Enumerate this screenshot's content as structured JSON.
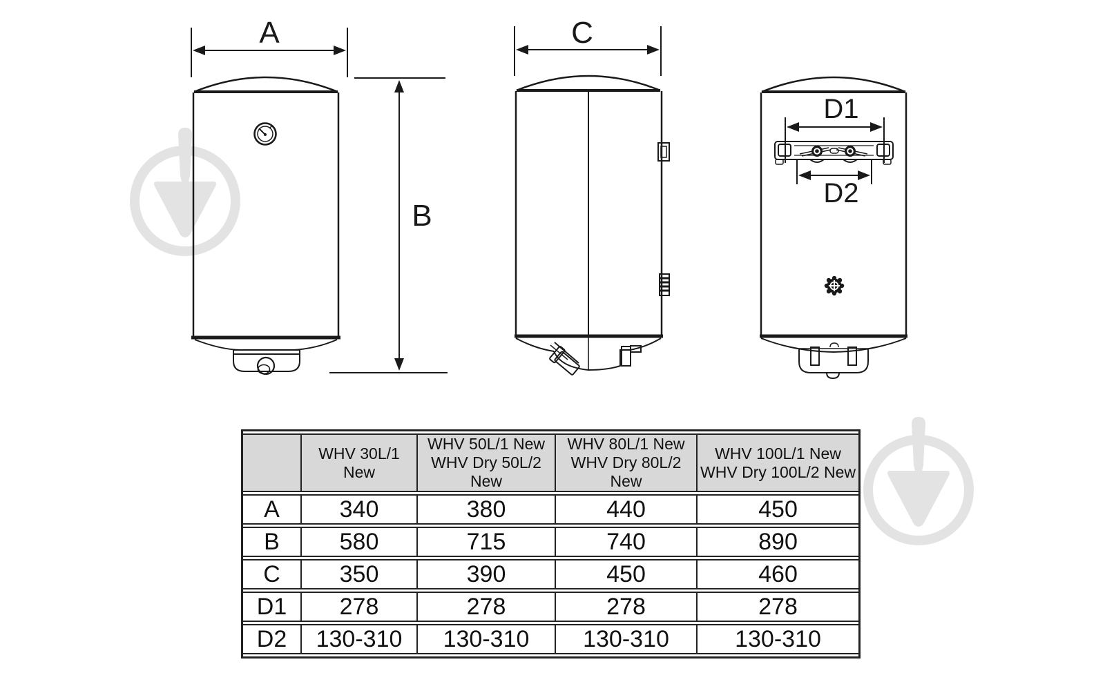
{
  "canvas": {
    "background": "#ffffff",
    "line_color": "#1a1a1a",
    "header_bg": "#d8d8d8",
    "watermark_color": "#e3e3e3"
  },
  "dimensions": {
    "a": "A",
    "b": "B",
    "c": "C",
    "d1": "D1",
    "d2": "D2"
  },
  "table": {
    "columns": [
      {
        "line1": "",
        "line2": ""
      },
      {
        "line1": "WHV 30L/1 New",
        "line2": ""
      },
      {
        "line1": "WHV 50L/1 New",
        "line2": "WHV Dry 50L/2 New"
      },
      {
        "line1": "WHV 80L/1 New",
        "line2": "WHV Dry 80L/2 New"
      },
      {
        "line1": "WHV 100L/1 New",
        "line2": "WHV Dry 100L/2 New"
      }
    ],
    "rows": [
      {
        "label": "A",
        "values": [
          "340",
          "380",
          "440",
          "450"
        ]
      },
      {
        "label": "B",
        "values": [
          "580",
          "715",
          "740",
          "890"
        ]
      },
      {
        "label": "C",
        "values": [
          "350",
          "390",
          "450",
          "460"
        ]
      },
      {
        "label": "D1",
        "values": [
          "278",
          "278",
          "278",
          "278"
        ]
      },
      {
        "label": "D2",
        "values": [
          "130-310",
          "130-310",
          "130-310",
          "130-310"
        ]
      }
    ]
  }
}
